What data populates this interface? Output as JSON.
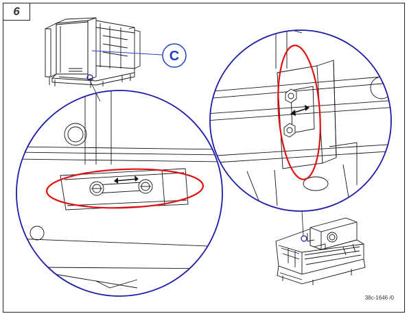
{
  "step": {
    "number": "6"
  },
  "callout": {
    "letter": "C"
  },
  "document": {
    "reference": "38c-1646 /0"
  },
  "colors": {
    "line": "#111111",
    "callout": "#1f3fbf",
    "detail_circle": "#1a1aa8",
    "highlight": "#e01010"
  },
  "icons": [
    "double-arrow-icon",
    "bolt-icon"
  ]
}
